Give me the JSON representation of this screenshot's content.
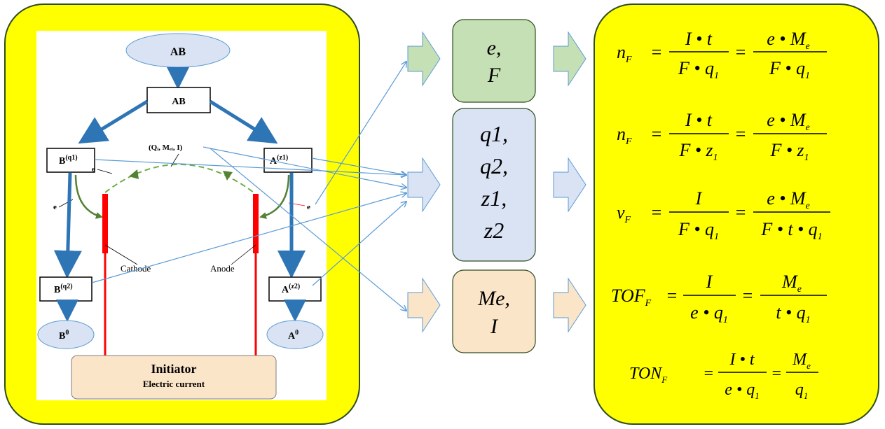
{
  "diagram": {
    "ab_ellipse": "AB",
    "ab_box": "AB",
    "b_q1": {
      "base": "B",
      "sup": "(q1)"
    },
    "a_z1": {
      "base": "A",
      "sup": "(z1)"
    },
    "b_q2": {
      "base": "B",
      "sup": "(q2)"
    },
    "a_z2": {
      "base": "A",
      "sup": "(z2)"
    },
    "b0": {
      "base": "B",
      "sup": "0"
    },
    "a0": {
      "base": "A",
      "sup": "0"
    },
    "params_label": "(Qᵢ, Mₑᵢ, I)",
    "electron": "e",
    "cathode": "Cathode",
    "anode": "Anode",
    "initiator_title": "Initiator",
    "initiator_sub": "Electric current"
  },
  "boxes": {
    "green": [
      "e,",
      "F"
    ],
    "blue": [
      "q1,",
      "q2,",
      "z1,",
      "z2"
    ],
    "orange": [
      "Me,",
      "I"
    ]
  },
  "formulas": [
    {
      "lhs_main": "n",
      "lhs_sub": "F",
      "num1": "I • t",
      "den1_main": "F • q",
      "den1_sub": "1",
      "num2_main": "e • M",
      "num2_sub": "e",
      "den2_main": "F • q",
      "den2_sub": "1"
    },
    {
      "lhs_main": "n",
      "lhs_sub": "F",
      "num1": "I • t",
      "den1_main": "F • z",
      "den1_sub": "1",
      "num2_main": "e • M",
      "num2_sub": "e",
      "den2_main": "F • z",
      "den2_sub": "1"
    },
    {
      "lhs_main": "v",
      "lhs_sub": "F",
      "num1": "I",
      "den1_main": "F • q",
      "den1_sub": "1",
      "num2_main": "e • M",
      "num2_sub": "e",
      "den2_main": "F • t • q",
      "den2_sub": "1"
    },
    {
      "lhs_main": "TOF",
      "lhs_sub": "F",
      "num1": "I",
      "den1_main": "e • q",
      "den1_sub": "1",
      "num2_main": "M",
      "num2_sub": "e",
      "den2_main": "t • q",
      "den2_sub": "1"
    },
    {
      "lhs_main": "TON",
      "lhs_sub": "F",
      "num1": "I • t",
      "den1_main": "e • q",
      "den1_sub": "1",
      "num2_main": "M",
      "num2_sub": "e",
      "den2_main": "q",
      "den2_sub": "1"
    }
  ],
  "colors": {
    "yellow": "#ffff00",
    "panel_border": "#2e4d1f",
    "arrow_blue": "#2e75b6",
    "thin_blue": "#5b9bd5",
    "green_fill": "#c5e0b4",
    "blue_fill": "#dae3f3",
    "orange_fill": "#fbe5c8",
    "electrode_red": "#ff0000",
    "dash_green": "#70ad47"
  }
}
